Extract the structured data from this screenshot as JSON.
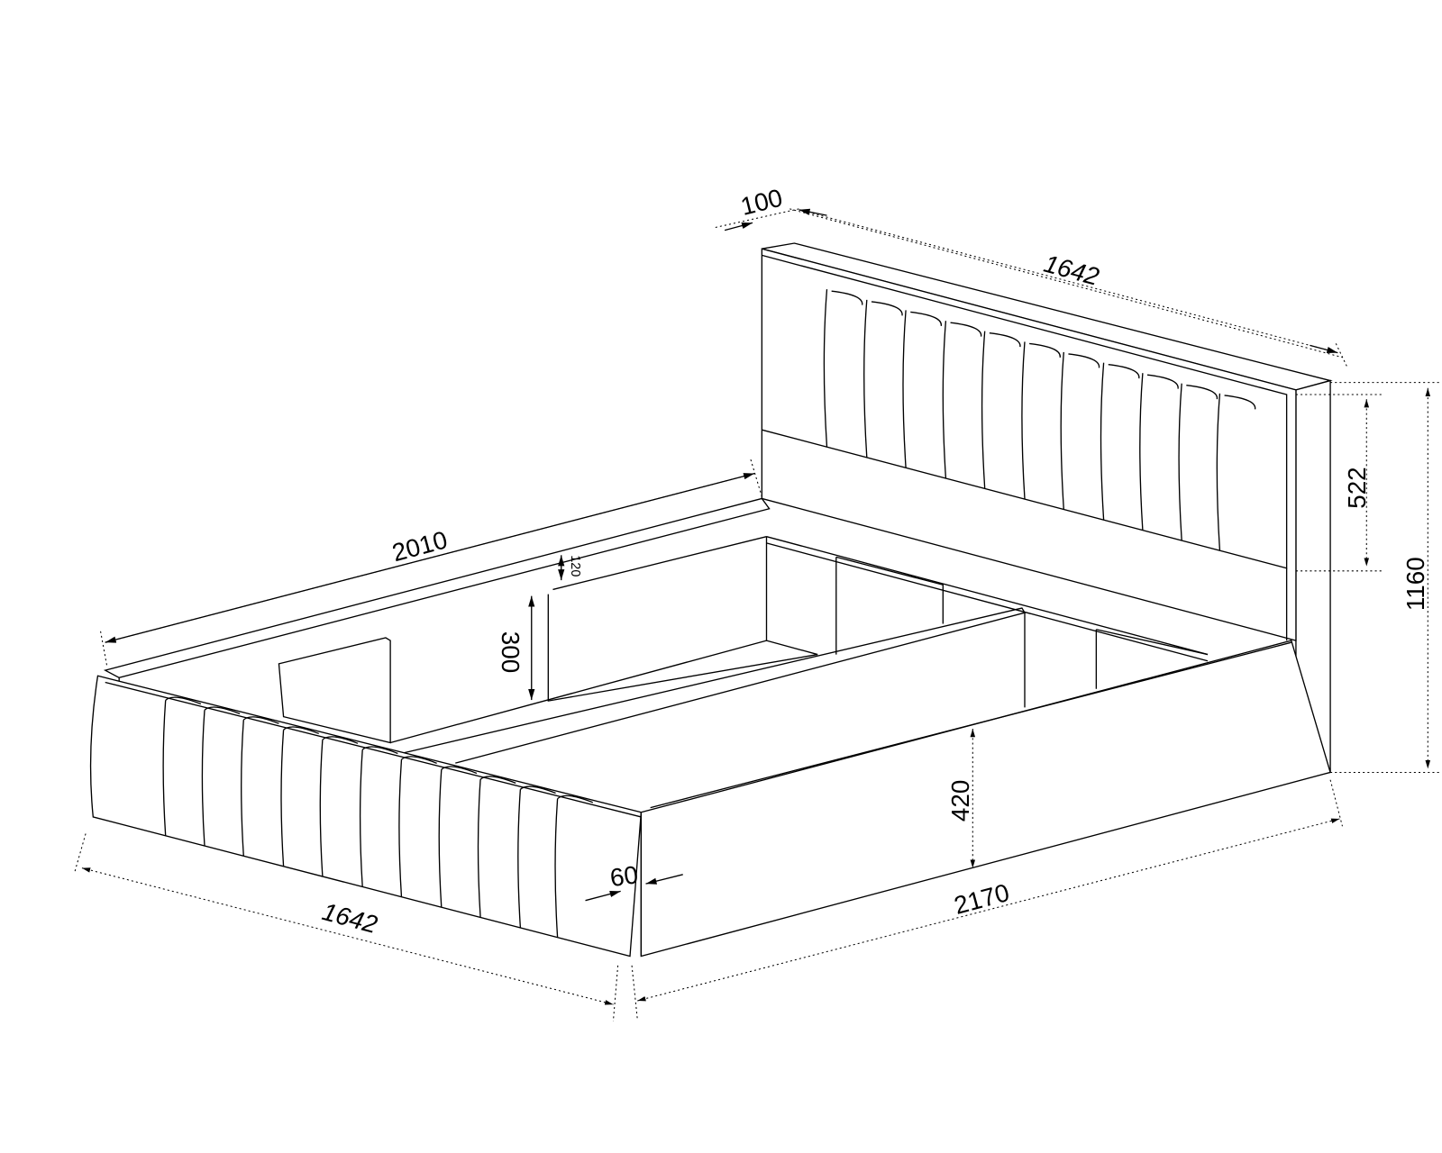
{
  "drawing": {
    "subject": "bed",
    "units": "mm",
    "dimensions": {
      "headboard_thickness": "100",
      "headboard_width": "1642",
      "side_length": "2010",
      "slat_gap": "120",
      "inner_depth": "300",
      "panel_height": "522",
      "total_height": "1160",
      "frame_height": "420",
      "rail_thickness": "60",
      "total_length": "2170",
      "footboard_width": "1642"
    }
  }
}
